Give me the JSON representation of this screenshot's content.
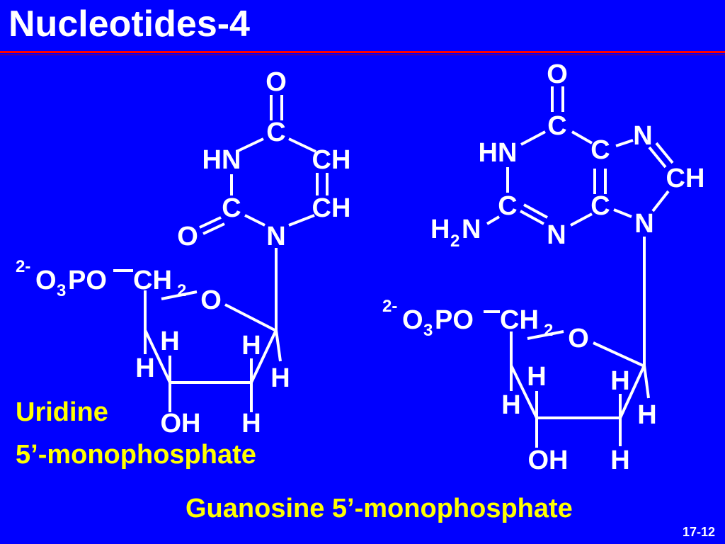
{
  "slide": {
    "title": "Nucleotides-4",
    "slide_number": "17-12",
    "colors": {
      "background": "#0000ff",
      "text": "#ffffff",
      "caption": "#ffff00",
      "rule": "#ff0000"
    }
  },
  "uridine": {
    "caption_line1": "Uridine",
    "caption_line2": "5’-monophosphate",
    "labels": {
      "carbonyl_o_top": "O",
      "c4": "C",
      "n3": "HN",
      "c5": "CH",
      "c2": "C",
      "c6": "CH",
      "carbonyl_o_left": "O",
      "n1": "N",
      "phosphate_charge": "2-",
      "phosphate_o": "O",
      "phosphate_o_sub": "3",
      "phosphate_po": "PO",
      "ch2": "CH",
      "ch2_sub": "2",
      "ring_o": "O",
      "h4": "H",
      "h1": "H",
      "h3": "H",
      "h2": "H",
      "h2b": "H",
      "oh": "OH"
    }
  },
  "guanosine": {
    "caption": "Guanosine 5’-monophosphate",
    "labels": {
      "carbonyl_o": "O",
      "c6": "C",
      "n1": "HN",
      "c5": "C",
      "n7": "N",
      "c8": "CH",
      "c2": "C",
      "c4": "C",
      "n9": "N",
      "n3": "N",
      "amino_h": "H",
      "amino_sub": "2",
      "amino_n": "N",
      "phosphate_charge": "2-",
      "phosphate_o": "O",
      "phosphate_o_sub": "3",
      "phosphate_po": "PO",
      "ch2": "CH",
      "ch2_sub": "2",
      "ring_o": "O",
      "h4": "H",
      "h1": "H",
      "h3": "H",
      "h2": "H",
      "h2b": "H",
      "oh": "OH"
    }
  }
}
